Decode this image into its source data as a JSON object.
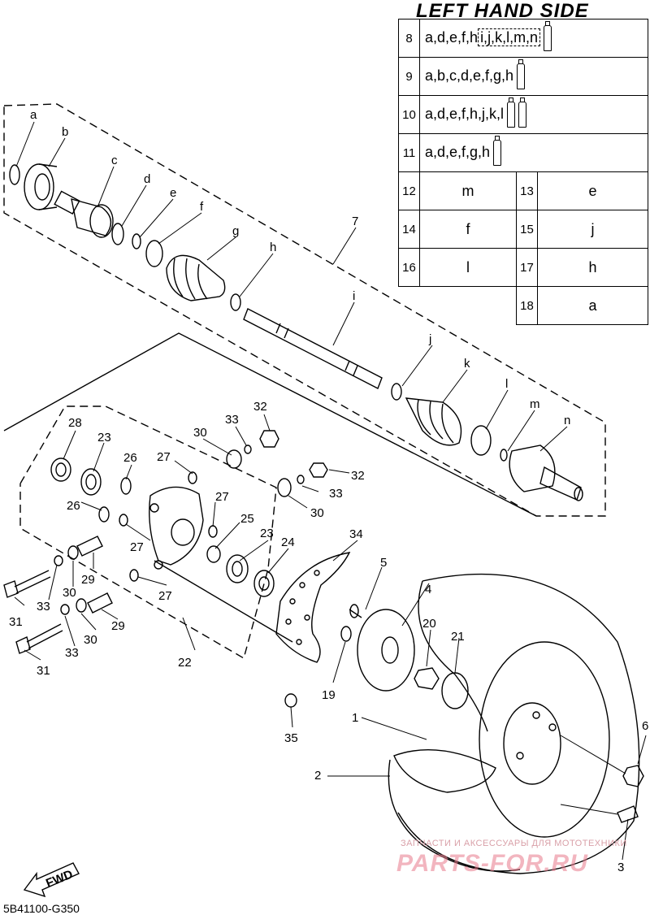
{
  "title": "LEFT HAND SIDE",
  "legend": {
    "rows": [
      {
        "num": "8",
        "text_a": "a,d,e,f,h",
        "text_b": "i,j,k,l,m,n",
        "tubes": 1
      },
      {
        "num": "9",
        "text_a": "a,b,c,d,e,f,g,h",
        "text_b": "",
        "tubes": 1
      },
      {
        "num": "10",
        "text_a": "a,d,e,f,h,j,k,l",
        "text_b": "",
        "tubes": 2
      },
      {
        "num": "11",
        "text_a": "a,d,e,f,g,h",
        "text_b": "",
        "tubes": 1
      }
    ],
    "pairs": [
      {
        "n1": "12",
        "v1": "m",
        "n2": "13",
        "v2": "e"
      },
      {
        "n1": "14",
        "v1": "f",
        "n2": "15",
        "v2": "j"
      },
      {
        "n1": "16",
        "v1": "l",
        "n2": "17",
        "v2": "h"
      },
      {
        "n1": "",
        "v1": "",
        "n2": "18",
        "v2": "a"
      }
    ]
  },
  "labels": {
    "a": "a",
    "b": "b",
    "c": "c",
    "d": "d",
    "e": "e",
    "f": "f",
    "g": "g",
    "h": "h",
    "i": "i",
    "j": "j",
    "k": "k",
    "l": "l",
    "m": "m",
    "n": "n",
    "p1": "1",
    "p2": "2",
    "p3": "3",
    "p4": "4",
    "p5": "5",
    "p6": "6",
    "p7": "7",
    "p19": "19",
    "p20": "20",
    "p21": "21",
    "p22": "22",
    "p23a": "23",
    "p23b": "23",
    "p24": "24",
    "p25": "25",
    "p26a": "26",
    "p26b": "26",
    "p27a": "27",
    "p27b": "27",
    "p27c": "27",
    "p27d": "27",
    "p28": "28",
    "p29a": "29",
    "p29b": "29",
    "p30a": "30",
    "p30b": "30",
    "p30c": "30",
    "p30d": "30",
    "p31a": "31",
    "p31b": "31",
    "p32a": "32",
    "p32b": "32",
    "p33a": "33",
    "p33b": "33",
    "p33c": "33",
    "p33d": "33",
    "p34": "34",
    "p35": "35"
  },
  "fwd_label": "FWD",
  "diagram_code": "5B41100-G350",
  "watermark_line1": "ЗАПЧАСТИ И АКСЕССУАРЫ ДЛЯ МОТОТЕХНИКИ",
  "watermark_line2": "PARTS-FOR.RU"
}
